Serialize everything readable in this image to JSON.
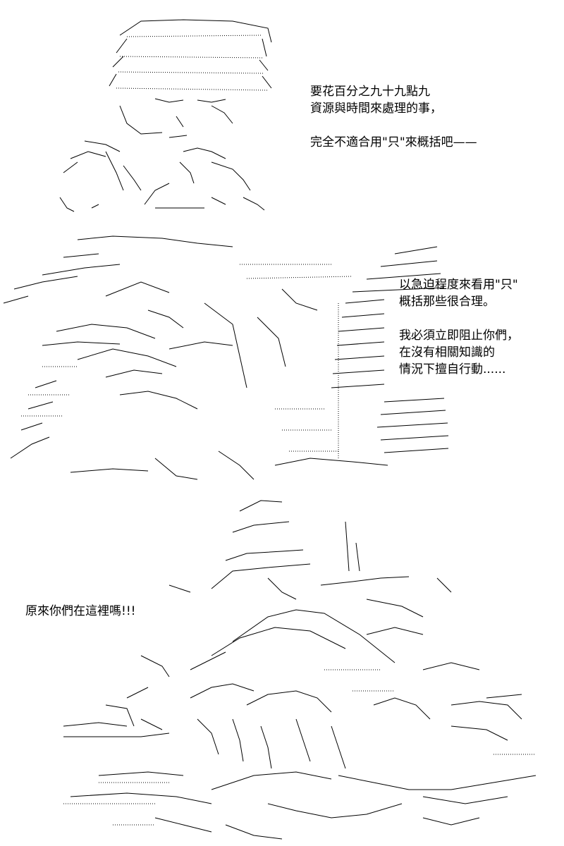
{
  "panels": [
    {
      "caption": {
        "line1": "要花百分之九十九點九",
        "line2": "資源與時間來處理的事，",
        "line3": "完全不適合用\"只\"來概括吧——"
      },
      "figure_icon": "ascii-art-character-portrait-icon"
    },
    {
      "caption": {
        "line1": "以急迫程度來看用\"只\"",
        "line2": "概括那些很合理。",
        "line3": "我必須立即阻止你們，",
        "line4": "在沒有相關知識的",
        "line5": "情況下擅自行動......"
      },
      "figure_icon": "ascii-art-character-charging-icon"
    },
    {
      "caption": {
        "line1": "原來你們在這裡嗎!!!"
      },
      "figure_icon": "ascii-art-group-crowd-icon"
    }
  ]
}
